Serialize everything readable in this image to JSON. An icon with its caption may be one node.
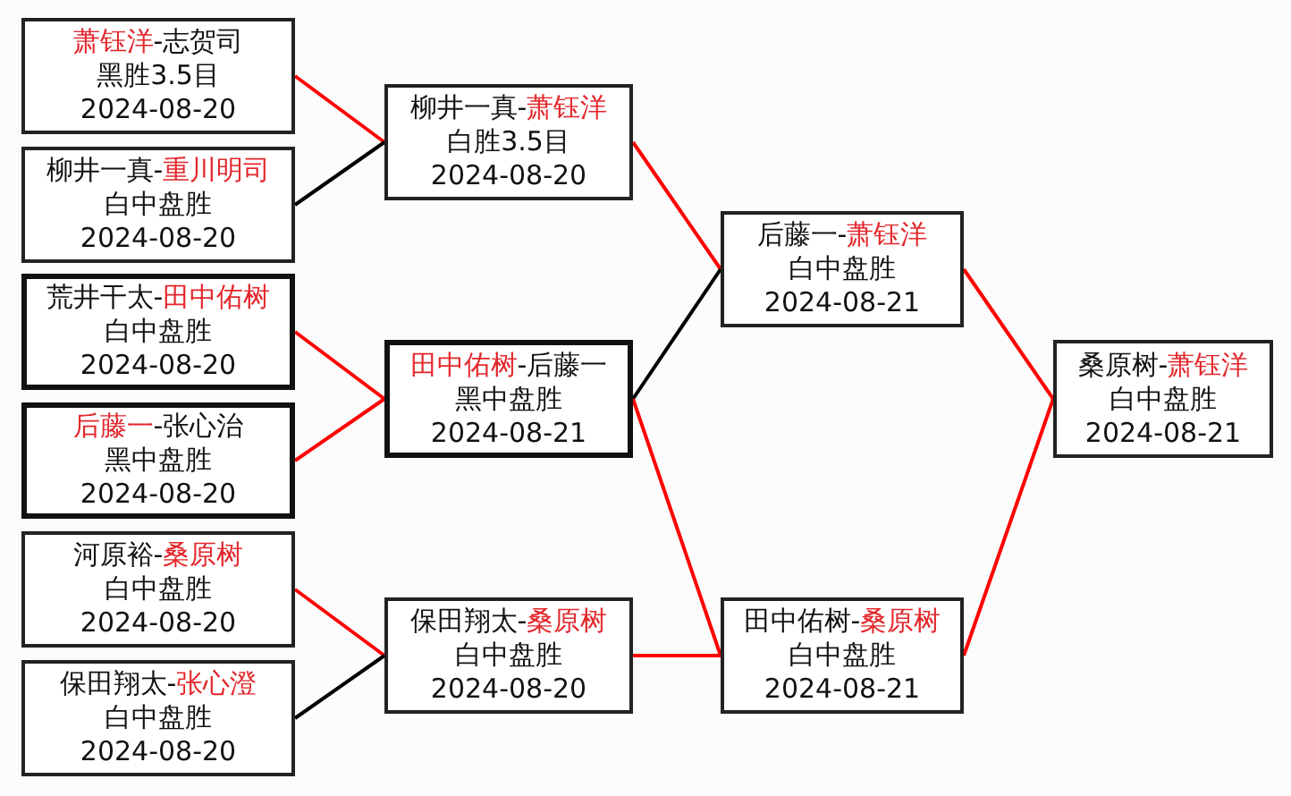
{
  "diagram": {
    "nodes": [
      {
        "text": [
          "萧钰洋-志贺司",
          "黑胜3.5目",
          "2024-08-20"
        ]
      },
      {
        "text": [
          "柳井一真-重川明司",
          "白中盘胜",
          "2024-08-20"
        ]
      },
      {
        "text": [
          "荒井干太-田中佑树",
          "白中盘胜",
          "2024-08-20"
        ]
      },
      {
        "text": [
          "后藤一-张心治",
          "黑中盘胜",
          "2024-08-20"
        ]
      },
      {
        "text": [
          "河原裕-桑原树",
          "白中盘胜",
          "2024-08-20"
        ]
      },
      {
        "text": [
          "保田翔太-张心澄",
          "白中盘胜",
          "2024-08-20"
        ]
      },
      {
        "text": [
          "柳井一真-萧钰洋",
          "白胜3.5目",
          "2024-08-20"
        ]
      },
      {
        "text": [
          "田中佑树-后藤一",
          "黑中盘胜",
          "2024-08-21"
        ]
      },
      {
        "text": [
          "保田翔太-桑原树",
          "白中盘胜",
          "2024-08-20"
        ]
      },
      {
        "text": [
          "后藤一-萧钰洋",
          "白中盘胜",
          "2024-08-21"
        ]
      },
      {
        "text": [
          "田中佑树-桑原树",
          "白中盘胜",
          "2024-08-21"
        ]
      },
      {
        "text": [
          "桑原树-萧钰洋",
          "白中盘胜",
          "2024-08-21"
        ]
      }
    ],
    "edges": [
      {
        "from": 0,
        "to": 6,
        "arrow": "none"
      },
      {
        "from": 1,
        "to": 6,
        "arrow": "none",
        "color": "#000000"
      },
      {
        "from": 2,
        "to": 7,
        "arrow": "none"
      },
      {
        "from": 3,
        "to": 7,
        "arrow": "none"
      },
      {
        "from": 4,
        "to": 8,
        "arrow": "none"
      },
      {
        "from": 5,
        "to": 8,
        "arrow": "none",
        "color": "#000000"
      },
      {
        "from": 6,
        "to": 9,
        "arrow": "none"
      },
      {
        "from": 7,
        "to": 9,
        "arrow": "none",
        "color": "#000000"
      },
      {
        "from": 7,
        "to": 10,
        "arrow": "none"
      },
      {
        "from": 8,
        "to": 10,
        "arrow": "none"
      },
      {
        "from": 9,
        "to": 11,
        "arrow": "none"
      },
      {
        "from": 10,
        "to": 11,
        "arrow": "none"
      }
    ]
  }
}
